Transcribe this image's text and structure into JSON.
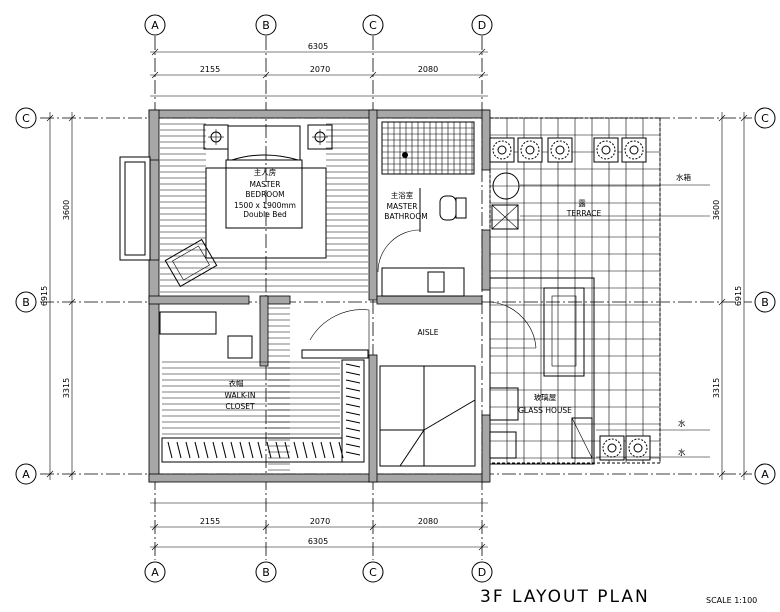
{
  "plan": {
    "title": "3F LAYOUT PLAN",
    "scale": "SCALE 1:100"
  },
  "axes": {
    "columns": [
      "A",
      "B",
      "C",
      "D"
    ],
    "rows": [
      "C",
      "B",
      "A"
    ]
  },
  "dimensions": {
    "total_width": "6305",
    "segments": [
      "2155",
      "2070",
      "2080"
    ],
    "left_total": "6915",
    "left_upper": "3600",
    "left_lower": "3315"
  },
  "rooms": {
    "master_bedroom": {
      "cn": "主人房",
      "line1": "MASTER",
      "line2": "BEDROOM",
      "bed_size": "1500 x 1900mm",
      "bed_type": "Double Bed"
    },
    "master_bathroom": {
      "cn": "主浴室",
      "line1": "MASTER",
      "line2": "BATHROOM"
    },
    "walk_in_closet": {
      "cn": "衣帽",
      "line1": "WALK-IN",
      "line2": "CLOSET"
    },
    "aisle": "AISLE",
    "terrace": {
      "cn": "露",
      "label": "TERRACE"
    },
    "glass_house": {
      "cn": "玻璃屋",
      "label": "GLASS HOUSE"
    }
  },
  "annotations": {
    "water_tank": "水箱",
    "water1": "水",
    "water2": "水"
  }
}
